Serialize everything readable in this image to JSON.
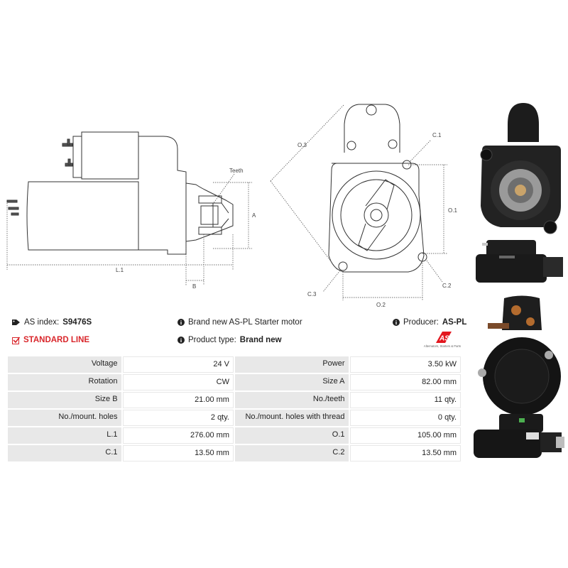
{
  "drawing": {
    "label_teeth": "Teeth",
    "label_a": "A",
    "label_b": "B",
    "label_l1": "L.1",
    "label_o1": "O.1",
    "label_o2": "O.2",
    "label_o3": "O.3",
    "label_c1_top": "C.1",
    "label_c2": "C.2",
    "label_c3": "C.3"
  },
  "info": {
    "index_label": "AS index:",
    "index_value": "S9476S",
    "standard_line": "STANDARD LINE",
    "brand_text": "Brand new AS-PL Starter motor",
    "type_label": "Product type:",
    "type_value": "Brand new",
    "producer_label": "Producer:",
    "producer_value": "AS-PL"
  },
  "logo": {
    "mark": "AS",
    "tagline": "Alternators, Starters & Parts",
    "color": "#e3171f"
  },
  "specs": [
    {
      "label1": "Voltage",
      "value1": "24 V",
      "label2": "Power",
      "value2": "3.50 kW"
    },
    {
      "label1": "Rotation",
      "value1": "CW",
      "label2": "Size A",
      "value2": "82.00 mm"
    },
    {
      "label1": "Size B",
      "value1": "21.00 mm",
      "label2": "No./teeth",
      "value2": "11 qty."
    },
    {
      "label1": "No./mount. holes",
      "value1": "2 qty.",
      "label2": "No./mount. holes with thread",
      "value2": "0 qty."
    },
    {
      "label1": "L.1",
      "value1": "276.00 mm",
      "label2": "O.1",
      "value2": "105.00 mm"
    },
    {
      "label1": "C.1",
      "value1": "13.50 mm",
      "label2": "C.2",
      "value2": "13.50 mm"
    }
  ]
}
